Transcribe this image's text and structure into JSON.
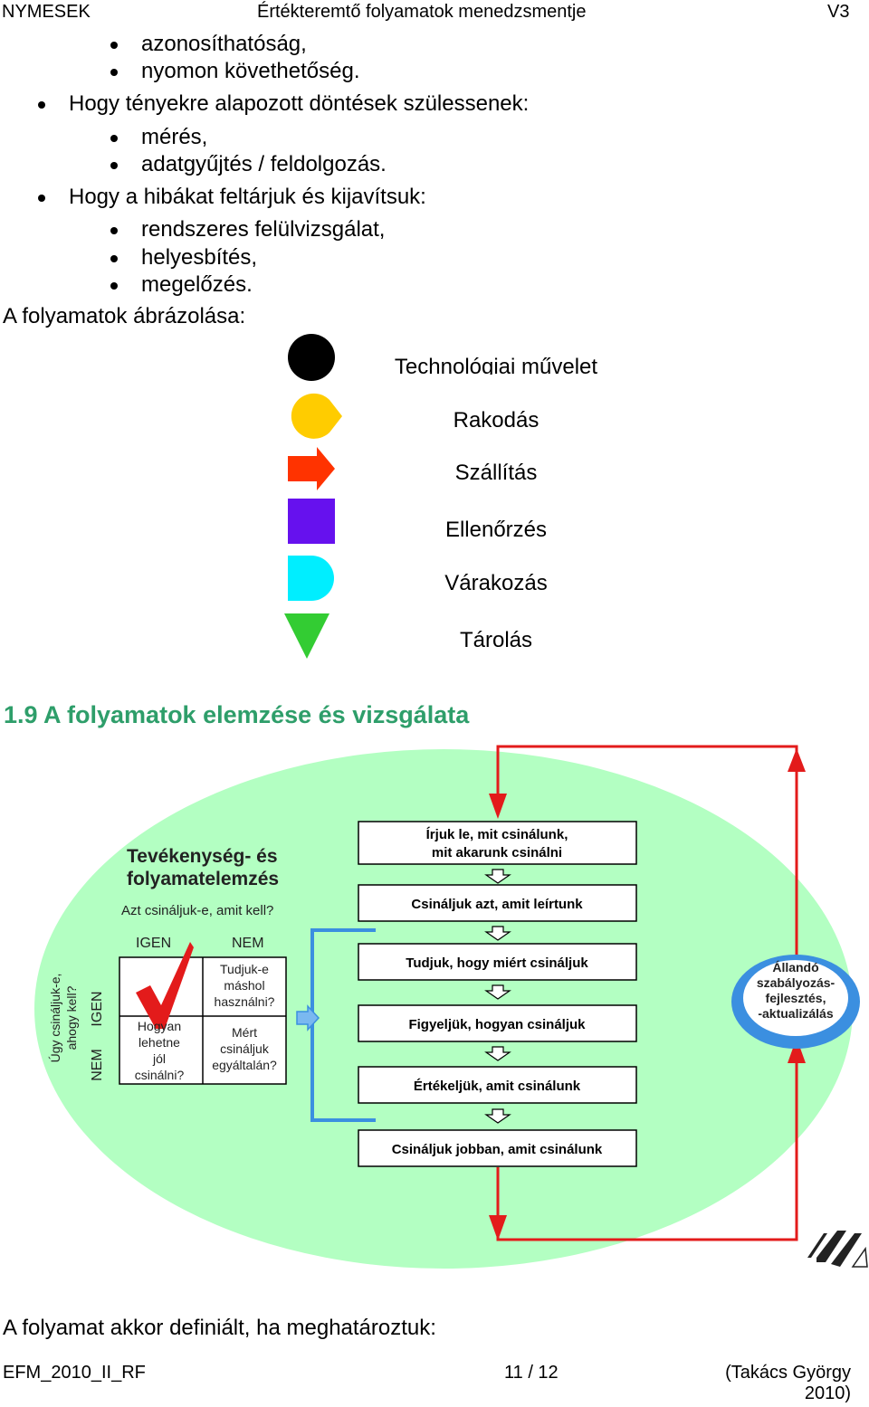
{
  "header": {
    "left": "NYMESEK",
    "center": "Értékteremtő folyamatok menedzsmentje",
    "right": "V3"
  },
  "list": {
    "item1_sub1": "azonosíthatóság,",
    "item1_sub2": "nyomon követhetőség.",
    "item2": "Hogy tényekre alapozott döntések szülessenek:",
    "item2_sub1": "mérés,",
    "item2_sub2": "adatgyűjtés / feldolgozás.",
    "item3": "Hogy a hibákat feltárjuk és kijavítsuk:",
    "item3_sub1": "rendszeres felülvizsgálat,",
    "item3_sub2": "helyesbítés,",
    "item3_sub3": "megelőzés."
  },
  "symbols_intro": "A folyamatok ábrázolása:",
  "symbols": [
    {
      "label": "Technológiai művelet",
      "shape": "circle",
      "color": "#000000"
    },
    {
      "label": "Rakodás",
      "shape": "tear",
      "color": "#ffcc00"
    },
    {
      "label": "Szállítás",
      "shape": "arrow",
      "color": "#ff3300"
    },
    {
      "label": "Ellenőrzés",
      "shape": "square",
      "color": "#6611ee"
    },
    {
      "label": "Várakozás",
      "shape": "d-shape",
      "color": "#00eeff"
    },
    {
      "label": "Tárolás",
      "shape": "triangle",
      "color": "#33cc33"
    }
  ],
  "section_heading": "1.9  A folyamatok elemzése és vizsgálata",
  "diagram": {
    "ellipse_color": "#b3ffc2",
    "matrix": {
      "title_line1": "Tevékenység- és",
      "title_line2": "folyamatelemzés",
      "question": "Azt csináljuk-e, amit kell?",
      "col_igen": "IGEN",
      "col_nem": "NEM",
      "row_igen": "IGEN",
      "row_nem": "NEM",
      "side_line1": "Úgy csináljuk-e,",
      "side_line2": "ahogy kell?",
      "cell_tr_1": "Tudjuk-e",
      "cell_tr_2": "máshol",
      "cell_tr_3": "használni?",
      "cell_bl_1": "Hogyan",
      "cell_bl_2": "lehetne",
      "cell_bl_3": "jól",
      "cell_bl_4": "csinálni?",
      "cell_br_1": "Mért",
      "cell_br_2": "csináljuk",
      "cell_br_3": "egyáltalán?"
    },
    "steps": [
      {
        "line1": "Írjuk le, mit csinálunk,",
        "line2": "mit akarunk csinálni"
      },
      {
        "line1": "Csináljuk azt, amit leírtunk"
      },
      {
        "line1": "Tudjuk, hogy miért csináljuk"
      },
      {
        "line1": "Figyeljük, hogyan csináljuk"
      },
      {
        "line1": "Értékeljük, amit csinálunk"
      },
      {
        "line1": "Csináljuk jobban, amit csinálunk"
      }
    ],
    "bubble": {
      "line1": "Állandó",
      "line2": "szabályozás-",
      "line3": "fejlesztés,",
      "line4": "-aktualizálás"
    }
  },
  "closing_text": "A folyamat akkor definiált, ha meghatároztuk:",
  "footer": {
    "left": "EFM_2010_II_RF",
    "center": "11 / 12",
    "right_line1": "(Takács György",
    "right_line2": "2010)"
  }
}
